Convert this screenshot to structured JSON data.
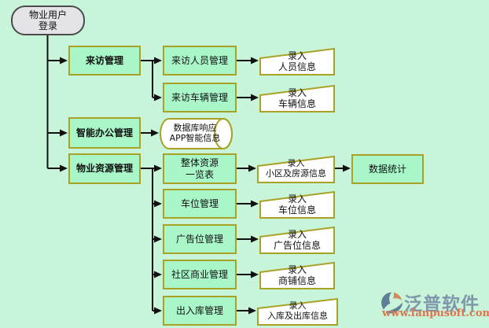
{
  "flowchart": {
    "root": {
      "label": "物业用户\n登录"
    },
    "branches": [
      {
        "label": "来访管理",
        "children": [
          {
            "label": "来访人员管理",
            "output": "录入\n人员信息"
          },
          {
            "label": "来访车辆管理",
            "output": "录入\n车辆信息"
          }
        ]
      },
      {
        "label": "智能办公管理",
        "database": "数据库响应\nAPP智能信息"
      },
      {
        "label": "物业资源管理",
        "children": [
          {
            "label": "整体资源\n一览表",
            "output": "录入\n小区及房源信息",
            "result": "数据统计"
          },
          {
            "label": "车位管理",
            "output": "录入\n车位信息"
          },
          {
            "label": "广告位管理",
            "output": "录入\n广告位信息"
          },
          {
            "label": "社区商业管理",
            "output": "录入\n商铺信息"
          },
          {
            "label": "出入库管理",
            "output": "录入\n入库及出库信息"
          }
        ]
      }
    ]
  },
  "watermark": {
    "brand": "泛普软件",
    "url": "www.fanpusoft.com"
  },
  "colors": {
    "background": "#c8f5d9",
    "node_fill": "#a9f6c9",
    "node_border": "#a8a226",
    "io_shape_fill": "#ffffff",
    "root_fill": "#e3e3e8",
    "root_border": "#4b4b4b",
    "connector": "#111111",
    "brand_text": "#8096ab",
    "url_text": "#df734e",
    "logo_slate": "#5f7f96",
    "logo_orange": "#d0895c"
  }
}
